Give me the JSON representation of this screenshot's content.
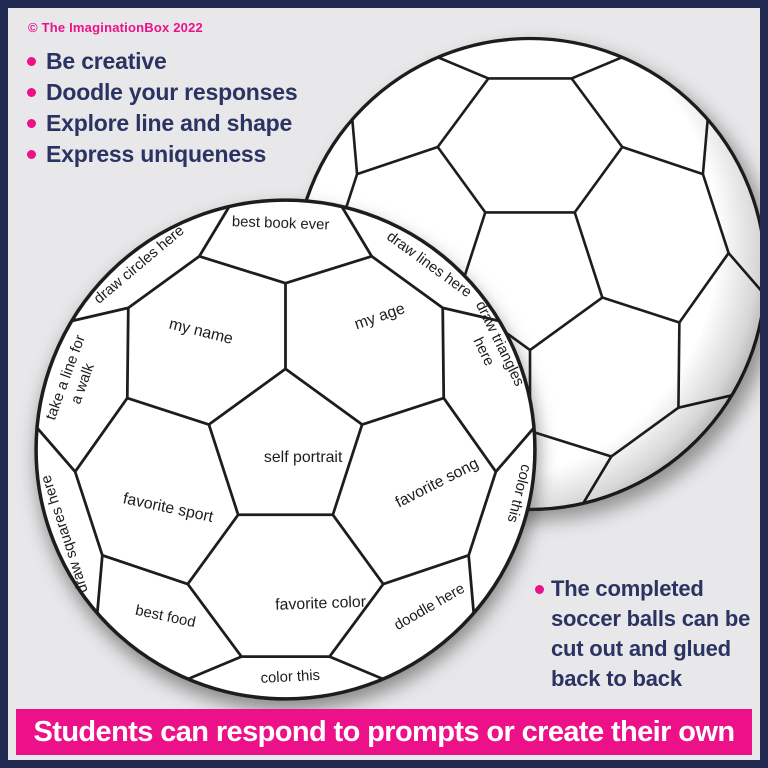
{
  "copyright": "© The ImaginationBox 2022",
  "intro": {
    "items": [
      "Be creative",
      "Doodle your responses",
      "Explore line and shape",
      "Express uniqueness"
    ]
  },
  "note": {
    "lines": [
      "The completed",
      "soccer balls can be",
      "cut out and glued",
      "back to back"
    ]
  },
  "banner": {
    "text": "Students can respond to prompts or create their own"
  },
  "front_ball": {
    "labels": {
      "self_portrait": "self portrait",
      "my_name": "my name",
      "my_age": "my age",
      "favorite_sport": "favorite sport",
      "favorite_song": "favorite song",
      "favorite_color": "favorite color",
      "best_book": "best book ever",
      "draw_circles": "draw circles here",
      "draw_lines": "draw lines here",
      "draw_triangles_1": "draw triangles",
      "draw_triangles_2": "here",
      "color_this_right": "color this",
      "doodle_here": "doodle here",
      "color_this_bottom": "color this",
      "best_food": "best food",
      "draw_squares": "draw squares here",
      "take_line_1": "take a line for",
      "take_line_2": "a walk"
    }
  },
  "colors": {
    "accent_pink": "#ec1189",
    "navy_text": "#2b3363",
    "frame_navy": "#232a52",
    "background": "#e8e8ea",
    "ball_line": "#1d1d1b"
  }
}
